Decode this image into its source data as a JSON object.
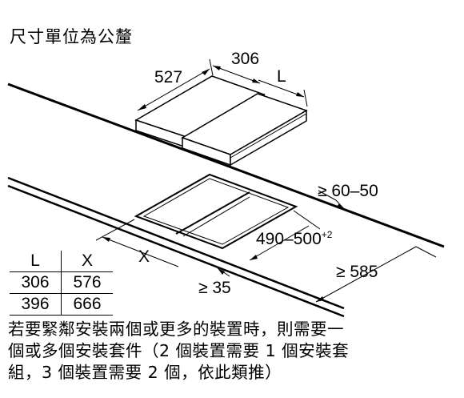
{
  "unit_note": "尺寸單位為公釐",
  "dimensions": {
    "width_x": "X",
    "depth": "527",
    "hob_width": "306",
    "hob_var": "L",
    "cutout_depth": "490–500",
    "cutout_depth_tol": "+2",
    "front_gap": "≥ 60–50",
    "min_depth": "≥ 585",
    "min_wall": "≥ 35"
  },
  "table": {
    "headers": [
      "L",
      "X"
    ],
    "rows": [
      [
        "306",
        "576"
      ],
      [
        "396",
        "666"
      ]
    ]
  },
  "note_lines": [
    "若要緊鄰安裝兩個或更多的裝置時，則需要一",
    "個或多個安裝套件（2 個裝置需要 1 個安裝套",
    "組，3 個裝置需要 2 個，依此類推）"
  ]
}
